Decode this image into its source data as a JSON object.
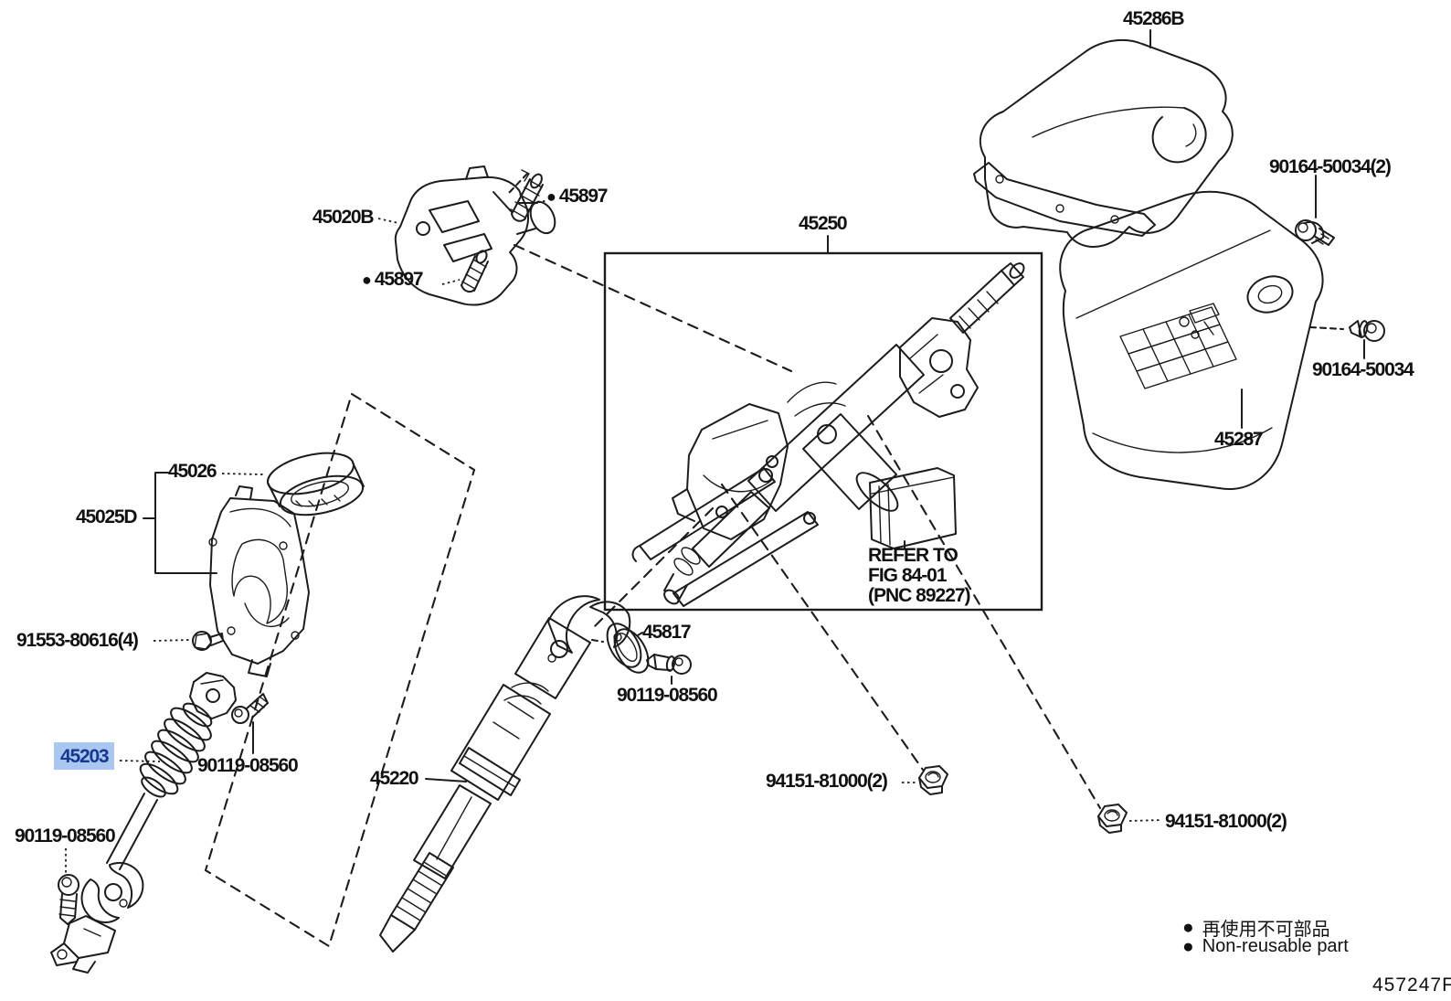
{
  "figure_code": "457247F",
  "marker": "●",
  "legend": {
    "jp": "再使用不可部品",
    "en": "Non-reusable part"
  },
  "note": {
    "line1": "REFER TO",
    "line2": "FIG 84-01",
    "line3": "(PNC 89227)"
  },
  "highlight": {
    "bg": "#a9c7f1",
    "fg": "#17378e",
    "part": "45203"
  },
  "parts": {
    "p45020B": {
      "num": "45020B"
    },
    "p45897": {
      "num": "45897",
      "non_reusable": true
    },
    "p45250": {
      "num": "45250"
    },
    "p45286B": {
      "num": "45286B"
    },
    "p90164_50034_2": {
      "num": "90164-50034(2)"
    },
    "p90164_50034": {
      "num": "90164-50034"
    },
    "p45287": {
      "num": "45287"
    },
    "p45026": {
      "num": "45026"
    },
    "p45025D": {
      "num": "45025D"
    },
    "p91553_80616_4": {
      "num": "91553-80616(4)"
    },
    "p45203": {
      "num": "45203",
      "highlighted": true
    },
    "p90119_08560": {
      "num": "90119-08560"
    },
    "p45220": {
      "num": "45220"
    },
    "p45817": {
      "num": "45817"
    },
    "p94151_81000_2": {
      "num": "94151-81000(2)"
    }
  }
}
